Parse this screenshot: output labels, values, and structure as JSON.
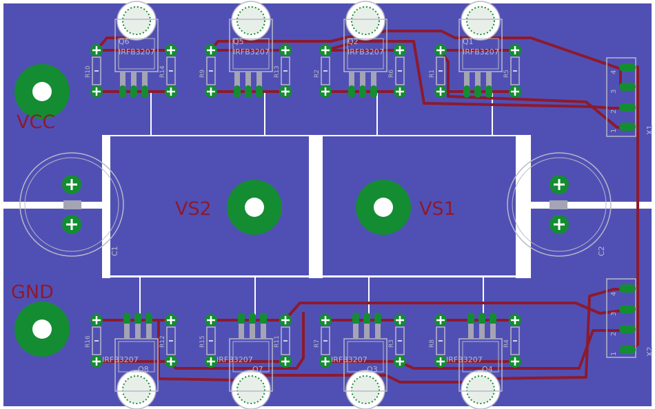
{
  "board": {
    "colors": {
      "background": "#ffffff",
      "copper_pour": "#5050b4",
      "trace": "#8c1a2e",
      "pad": "#148c32",
      "silkscreen": "#b9b9c9",
      "cutout": "#ffffff"
    }
  },
  "labels": {
    "vcc": "VCC",
    "gnd": "GND",
    "vs1": "VS1",
    "vs2": "VS2"
  },
  "transistors": {
    "q1": {
      "ref": "Q1",
      "part": "IRFB3207"
    },
    "q2": {
      "ref": "Q2",
      "part": "IRFB3207"
    },
    "q3": {
      "ref": "Q3",
      "part": "IRFB3207"
    },
    "q4": {
      "ref": "Q4",
      "part": "IRFB3207"
    },
    "q5": {
      "ref": "Q5",
      "part": "IRFB3207"
    },
    "q6": {
      "ref": "Q6",
      "part": "IRFB3207"
    },
    "q7": {
      "ref": "Q7",
      "part": "IRFB3207"
    },
    "q8": {
      "ref": "Q8",
      "part": "IRFB3207"
    }
  },
  "capacitors": {
    "c1": "C1",
    "c2": "C2"
  },
  "resistors": {
    "r1": "R1",
    "r2": "R2",
    "r3": "R3",
    "r4": "R4",
    "r5": "R5",
    "r6": "R6",
    "r7": "R7",
    "r8": "R8",
    "r9": "R9",
    "r10": "R10",
    "r11": "R11",
    "r12": "R12",
    "r13": "R13",
    "r14": "R14",
    "r15": "R15",
    "r16": "R16"
  },
  "connectors": {
    "x1": "X1",
    "x2": "X2"
  },
  "pin_numbers": [
    "1",
    "2",
    "3",
    "4"
  ]
}
